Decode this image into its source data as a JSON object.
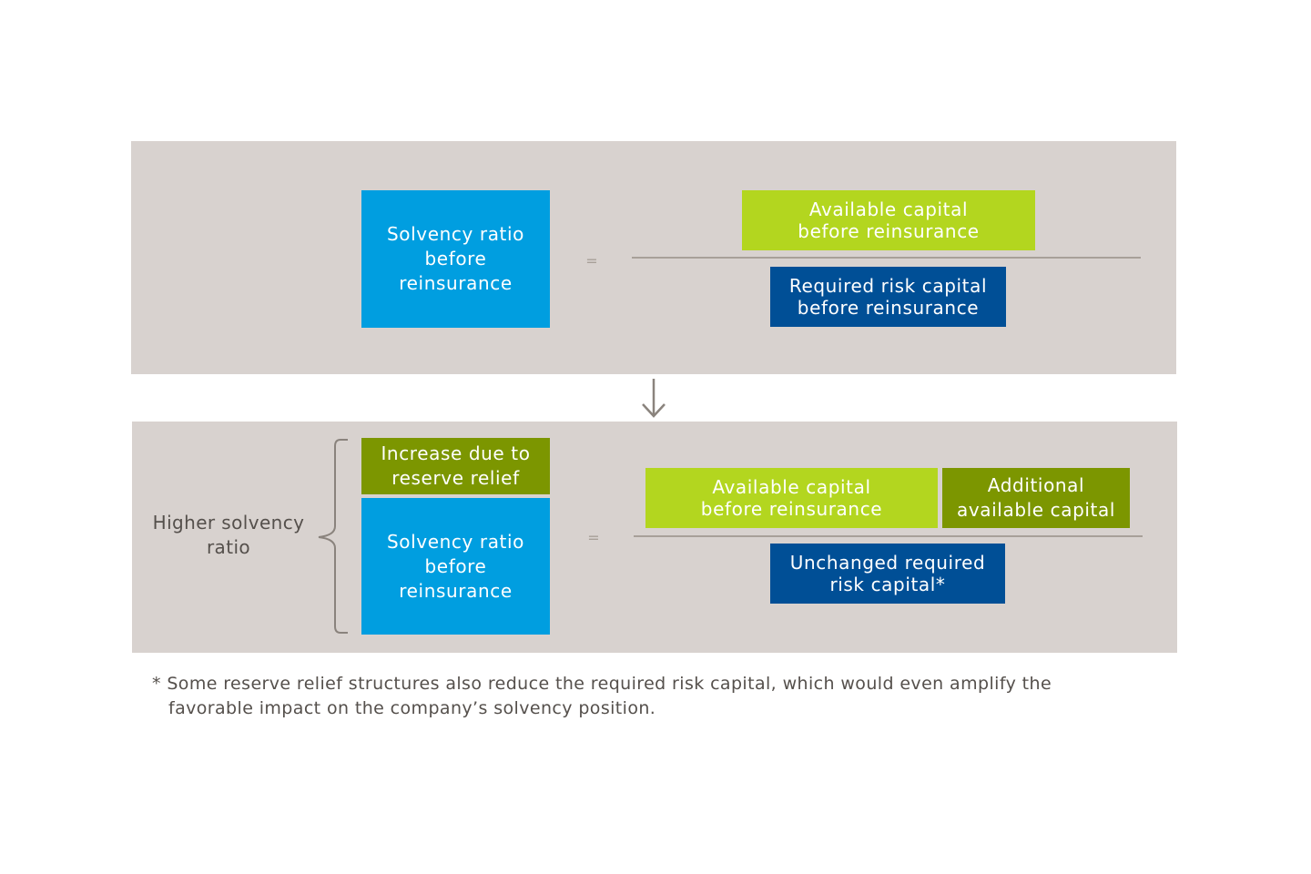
{
  "top": {
    "ratio_box": "Solvency ratio\nbefore\nreinsurance",
    "equals": "=",
    "numerator": "Available capital\nbefore reinsurance",
    "denominator": "Required risk capital\nbefore reinsurance"
  },
  "bottom": {
    "outcome_label": "Higher solvency\nratio",
    "increase_box": "Increase due to\nreserve relief",
    "ratio_box": "Solvency ratio\nbefore\nreinsurance",
    "equals": "=",
    "numerator_main": "Available capital\nbefore reinsurance",
    "numerator_additional": "Additional\navailable capital",
    "denominator": "Unchanged required\nrisk capital*"
  },
  "footnote": {
    "line1": "* Some reserve relief structures also reduce the required risk capital, which would even amplify the",
    "line2": "favorable impact on the company’s solvency position."
  },
  "colors": {
    "panel": "#d8d2cf",
    "light_blue": "#009ee0",
    "dark_blue": "#004f96",
    "lime_green": "#b3d61f",
    "olive_green": "#7c9600"
  },
  "icons": {
    "transition": "arrow-down-icon",
    "grouping": "curly-brace-icon"
  }
}
